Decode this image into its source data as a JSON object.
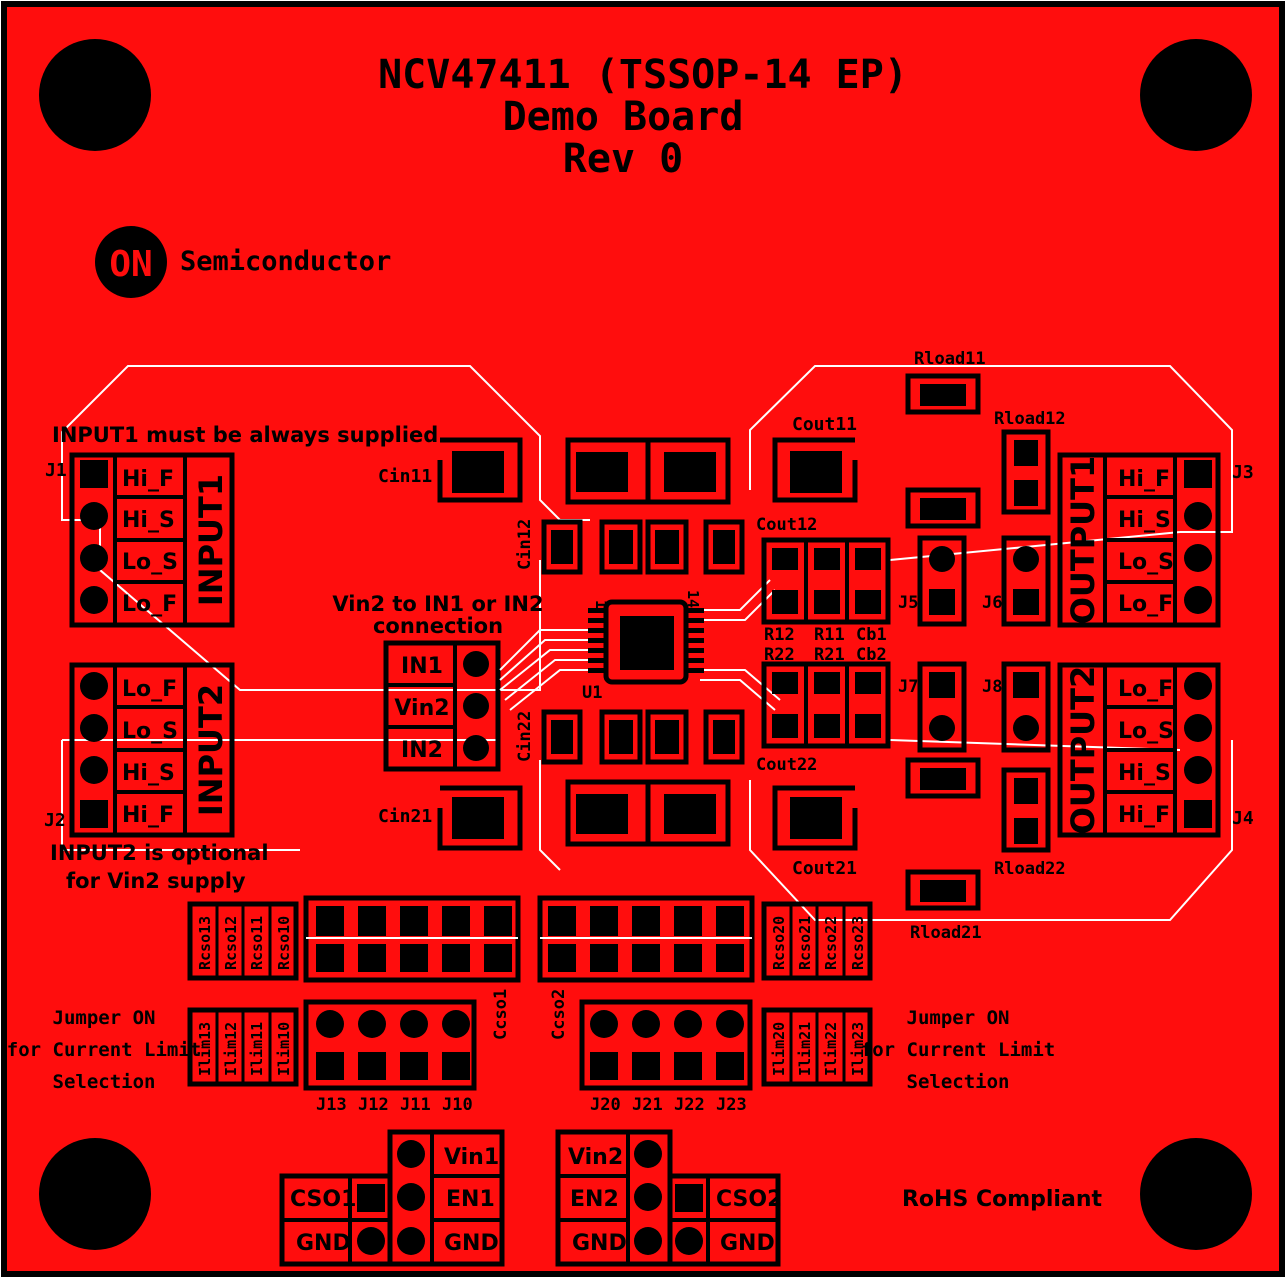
{
  "title": {
    "line1": "NCV47411 (TSSOP-14 EP)",
    "line2": "Demo Board",
    "line3": "Rev 0"
  },
  "logo": {
    "mark": "ON",
    "text": "Semiconductor"
  },
  "notes": {
    "input1": "INPUT1 must be always supplied",
    "input2_line1": "INPUT2 is optional",
    "input2_line2": "for Vin2 supply",
    "vin2_line1": "Vin2 to IN1 or IN2",
    "vin2_line2": "connection",
    "jumper_left": [
      "Jumper ON",
      "for Current Limit",
      "Selection"
    ],
    "jumper_right": [
      "Jumper ON",
      "for Current Limit",
      "Selection"
    ],
    "rohs": "RoHS Compliant"
  },
  "connectors": {
    "input1": {
      "ref": "J1",
      "name": "INPUT1",
      "pins": [
        "Hi_F",
        "Hi_S",
        "Lo_S",
        "Lo_F"
      ]
    },
    "input2": {
      "ref": "J2",
      "name": "INPUT2",
      "pins": [
        "Lo_F",
        "Lo_S",
        "Hi_S",
        "Hi_F"
      ]
    },
    "output1": {
      "ref": "J3",
      "name": "OUTPUT1",
      "pins": [
        "Hi_F",
        "Hi_S",
        "Lo_S",
        "Lo_F"
      ]
    },
    "output2": {
      "ref": "J4",
      "name": "OUTPUT2",
      "pins": [
        "Lo_F",
        "Lo_S",
        "Hi_S",
        "Hi_F"
      ]
    },
    "vin2_sel": {
      "pins": [
        "IN1",
        "Vin2",
        "IN2"
      ]
    },
    "ctrl_left": {
      "labels": [
        "Vin1",
        "CSO1",
        "EN1",
        "GND",
        "GND"
      ]
    },
    "ctrl_right": {
      "labels": [
        "Vin2",
        "EN2",
        "CSO2",
        "GND",
        "GND"
      ]
    }
  },
  "refdes": {
    "cin11": "Cin11",
    "cin12": "Cin12",
    "cin21": "Cin21",
    "cin22": "Cin22",
    "cout11": "Cout11",
    "cout12": "Cout12",
    "cout21": "Cout21",
    "cout22": "Cout22",
    "rload11": "Rload11",
    "rload12": "Rload12",
    "rload21": "Rload21",
    "rload22": "Rload22",
    "r12": "R12",
    "r11": "R11",
    "cb1": "Cb1",
    "r22": "R22",
    "r21": "R21",
    "cb2": "Cb2",
    "j5": "J5",
    "j6": "J6",
    "j7": "J7",
    "j8": "J8",
    "u1": "U1",
    "pin1": "1",
    "pin14": "14",
    "ccso1": "Ccso1",
    "ccso2": "Ccso2",
    "rcso_left": [
      "Rcso13",
      "Rcso12",
      "Rcso11",
      "Rcso10"
    ],
    "rcso_right": [
      "Rcso20",
      "Rcso21",
      "Rcso22",
      "Rcso23"
    ],
    "ilim_left": [
      "Ilim13",
      "Ilim12",
      "Ilim11",
      "Ilim10"
    ],
    "ilim_right": [
      "Ilim20",
      "Ilim21",
      "Ilim22",
      "Ilim23"
    ],
    "jumpers_left": [
      "J13",
      "J12",
      "J11",
      "J10"
    ],
    "jumpers_right": [
      "J20",
      "J21",
      "J22",
      "J23"
    ]
  },
  "colors": {
    "board": "#ff0d0d",
    "copper_text": "#000000",
    "outline": "#ffffff"
  }
}
